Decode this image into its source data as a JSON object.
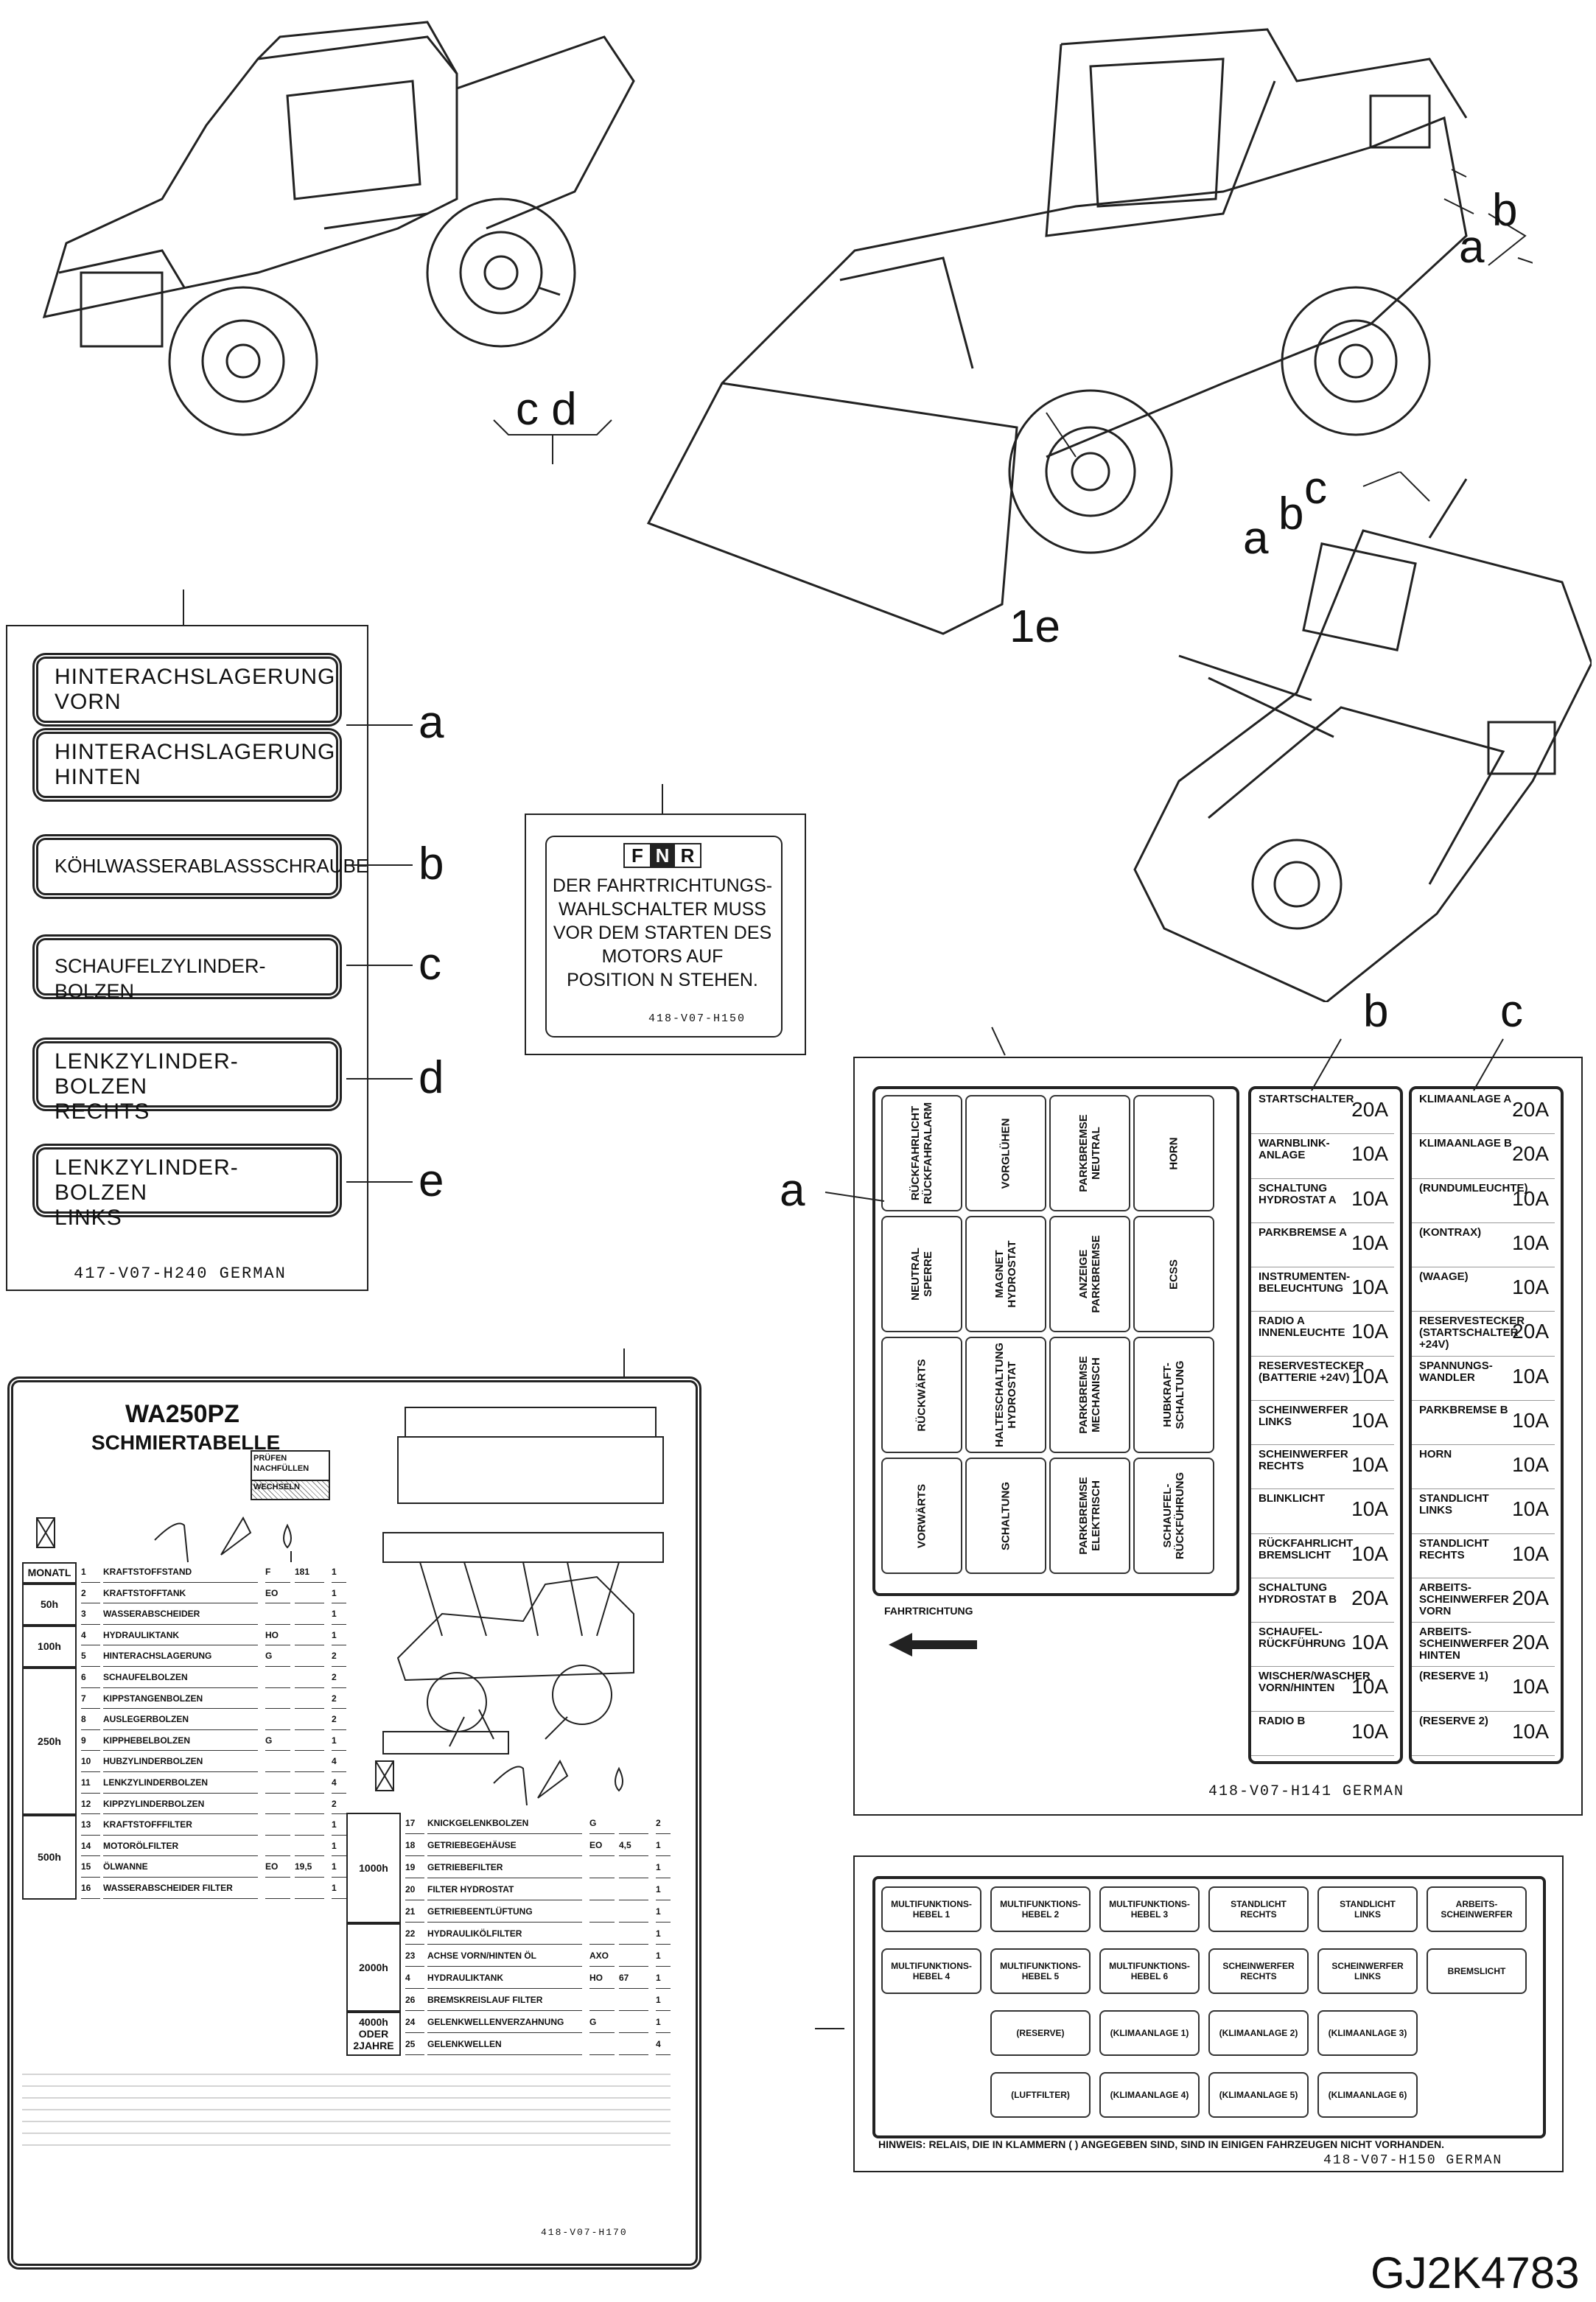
{
  "callouts": {
    "cd": "c d",
    "ab_top": "b",
    "a_top": "a",
    "e1": "1e",
    "abc_a": "a",
    "abc_b": "b",
    "abc_c": "c",
    "fuse_b": "b",
    "fuse_c": "c",
    "fuse_a": "a",
    "label_a": "a",
    "label_b": "b",
    "label_c": "c",
    "label_d": "d",
    "label_e": "e"
  },
  "labels": {
    "a1": "HINTERACHSLAGERUNG\nVORN",
    "a2": "HINTERACHSLAGERUNG\nHINTEN",
    "b": "KÖHLWASSERABLASSSCHRAUBE",
    "c": "SCHAUFELZYLINDER-BOLZEN",
    "d": "LENKZYLINDER-BOLZEN\nRECHTS",
    "e": "LENKZYLINDER-BOLZEN\nLINKS",
    "footer": "417-V07-H240   GERMAN"
  },
  "fnr": {
    "badge": [
      "F",
      "N",
      "R"
    ],
    "text": "DER FAHRTRICHTUNGS-\nWAHLSCHALTER MUSS\nVOR DEM STARTEN DES\nMOTORS AUF\nPOSITION N STEHEN.",
    "code": "418-V07-H150"
  },
  "switch_panel": {
    "cells": [
      [
        "RÜCKFAHRLICHT\nRÜCKFAHRALARM",
        "VORGLÜHEN",
        "PARKBREMSE\nNEUTRAL",
        "HORN"
      ],
      [
        "NEUTRAL SPERRE",
        "MAGNET\nHYDROSTAT",
        "ANZEIGE\nPARKBREMSE",
        "ECSS"
      ],
      [
        "RÜCKWÄRTS",
        "HALTESCHALTUNG\nHYDROSTAT",
        "PARKBREMSE\nMECHANISCH",
        "HUBKRAFT-\nSCHALTUNG"
      ],
      [
        "VORWÄRTS",
        "SCHALTUNG",
        "PARKBREMSE\nELEKTRISCH",
        "SCHAUFEL-\nRÜCKFÜHRUNG"
      ]
    ],
    "direction": "FAHRTRICHTUNG",
    "footer": "418-V07-H141   GERMAN"
  },
  "fuse_b": [
    {
      "name": "STARTSCHALTER",
      "amp": "20A"
    },
    {
      "name": "WARNBLINK-\nANLAGE",
      "amp": "10A"
    },
    {
      "name": "SCHALTUNG\nHYDROSTAT A",
      "amp": "10A"
    },
    {
      "name": "PARKBREMSE A",
      "amp": "10A"
    },
    {
      "name": "INSTRUMENTEN-\nBELEUCHTUNG",
      "amp": "10A"
    },
    {
      "name": "RADIO A\nINNENLEUCHTE",
      "amp": "10A"
    },
    {
      "name": "RESERVESTECKER\n(BATTERIE +24V)",
      "amp": "10A"
    },
    {
      "name": "SCHEINWERFER\nLINKS",
      "amp": "10A"
    },
    {
      "name": "SCHEINWERFER\nRECHTS",
      "amp": "10A"
    },
    {
      "name": "BLINKLICHT",
      "amp": "10A"
    },
    {
      "name": "RÜCKFAHRLICHT\nBREMSLICHT",
      "amp": "10A"
    },
    {
      "name": "SCHALTUNG\nHYDROSTAT B",
      "amp": "20A"
    },
    {
      "name": "SCHAUFEL-\nRÜCKFÜHRUNG",
      "amp": "10A"
    },
    {
      "name": "WISCHER/WASCHER\nVORN/HINTEN",
      "amp": "10A"
    },
    {
      "name": "RADIO B",
      "amp": "10A"
    }
  ],
  "fuse_c": [
    {
      "name": "KLIMAANLAGE A",
      "amp": "20A"
    },
    {
      "name": "KLIMAANLAGE B",
      "amp": "20A"
    },
    {
      "name": "(RUNDUMLEUCHTE)",
      "amp": "10A"
    },
    {
      "name": "(KONTRAX)",
      "amp": "10A"
    },
    {
      "name": "(WAAGE)",
      "amp": "10A"
    },
    {
      "name": "RESERVESTECKER\n(STARTSCHALTER +24V)",
      "amp": "20A"
    },
    {
      "name": "SPANNUNGS-\nWANDLER",
      "amp": "10A"
    },
    {
      "name": "PARKBREMSE B",
      "amp": "10A"
    },
    {
      "name": "HORN",
      "amp": "10A"
    },
    {
      "name": "STANDLICHT\nLINKS",
      "amp": "10A"
    },
    {
      "name": "STANDLICHT\nRECHTS",
      "amp": "10A"
    },
    {
      "name": "ARBEITS-\nSCHEINWERFER\nVORN",
      "amp": "20A"
    },
    {
      "name": "ARBEITS-\nSCHEINWERFER\nHINTEN",
      "amp": "20A"
    },
    {
      "name": "(RESERVE 1)",
      "amp": "10A"
    },
    {
      "name": "(RESERVE 2)",
      "amp": "10A"
    }
  ],
  "relay_panel": {
    "row1": [
      "MULTIFUNKTIONS-\nHEBEL 1",
      "MULTIFUNKTIONS-\nHEBEL 2",
      "MULTIFUNKTIONS-\nHEBEL 3",
      "STANDLICHT\nRECHTS",
      "STANDLICHT\nLINKS",
      "ARBEITS-\nSCHEINWERFER"
    ],
    "row2": [
      "MULTIFUNKTIONS-\nHEBEL 4",
      "MULTIFUNKTIONS-\nHEBEL 5",
      "MULTIFUNKTIONS-\nHEBEL 6",
      "SCHEINWERFER\nRECHTS",
      "SCHEINWERFER\nLINKS",
      "BREMSLICHT"
    ],
    "row3": [
      "(RESERVE)",
      "(KLIMAANLAGE 1)",
      "(KLIMAANLAGE 2)",
      "(KLIMAANLAGE 3)"
    ],
    "row4": [
      "(LUFTFILTER)",
      "(KLIMAANLAGE 4)",
      "(KLIMAANLAGE 5)",
      "(KLIMAANLAGE 6)"
    ],
    "note": "HINWEIS: RELAIS, DIE IN KLAMMERN ( ) ANGEGEBEN SIND, SIND IN EINIGEN FAHRZEUGEN NICHT VORHANDEN.",
    "footer": "418-V07-H150   GERMAN"
  },
  "lube": {
    "title1": "WA250PZ",
    "title2": "SCHMIERTABELLE",
    "legend1": "PRÜFEN\nNACHFÜLLEN",
    "legend2": "WECHSELN",
    "left_intervals": [
      "MONATL",
      "50h",
      "100h",
      "250h",
      "500h"
    ],
    "right_intervals": [
      "1000h",
      "2000h",
      "4000h\nODER\n2JAHRE"
    ],
    "left_rows": [
      {
        "n": "1",
        "t": "KRAFTSTOFFSTAND",
        "f": "F",
        "q": "181",
        "c": "1"
      },
      {
        "n": "2",
        "t": "KRAFTSTOFFTANK",
        "f": "EO",
        "q": "",
        "c": "1"
      },
      {
        "n": "3",
        "t": "WASSERABSCHEIDER",
        "f": "",
        "q": "",
        "c": "1"
      },
      {
        "n": "4",
        "t": "HYDRAULIKTANK",
        "f": "HO",
        "q": "",
        "c": "1"
      },
      {
        "n": "5",
        "t": "HINTERACHSLAGERUNG",
        "f": "G",
        "q": "",
        "c": "2"
      },
      {
        "n": "6",
        "t": "SCHAUFELBOLZEN",
        "f": "",
        "q": "",
        "c": "2"
      },
      {
        "n": "7",
        "t": "KIPPSTANGENBOLZEN",
        "f": "",
        "q": "",
        "c": "2"
      },
      {
        "n": "8",
        "t": "AUSLEGERBOLZEN",
        "f": "",
        "q": "",
        "c": "2"
      },
      {
        "n": "9",
        "t": "KIPPHEBELBOLZEN",
        "f": "G",
        "q": "",
        "c": "1"
      },
      {
        "n": "10",
        "t": "HUBZYLINDERBOLZEN",
        "f": "",
        "q": "",
        "c": "4"
      },
      {
        "n": "11",
        "t": "LENKZYLINDERBOLZEN",
        "f": "",
        "q": "",
        "c": "4"
      },
      {
        "n": "12",
        "t": "KIPPZYLINDERBOLZEN",
        "f": "",
        "q": "",
        "c": "2"
      },
      {
        "n": "13",
        "t": "KRAFTSTOFFFILTER",
        "f": "",
        "q": "",
        "c": "1"
      },
      {
        "n": "14",
        "t": "MOTORÖLFILTER",
        "f": "",
        "q": "",
        "c": "1"
      },
      {
        "n": "15",
        "t": "ÖLWANNE",
        "f": "EO",
        "q": "19,5",
        "c": "1"
      },
      {
        "n": "16",
        "t": "WASSERABSCHEIDER FILTER",
        "f": "",
        "q": "",
        "c": "1"
      }
    ],
    "right_rows": [
      {
        "n": "17",
        "t": "KNICKGELENKBOLZEN",
        "f": "G",
        "q": "",
        "c": "2"
      },
      {
        "n": "18",
        "t": "GETRIEBEGEHÄUSE",
        "f": "EO",
        "q": "4,5",
        "c": "1"
      },
      {
        "n": "19",
        "t": "GETRIEBEFILTER",
        "f": "",
        "q": "",
        "c": "1"
      },
      {
        "n": "20",
        "t": "FILTER HYDROSTAT",
        "f": "",
        "q": "",
        "c": "1"
      },
      {
        "n": "21",
        "t": "GETRIEBEENTLÜFTUNG",
        "f": "",
        "q": "",
        "c": "1"
      },
      {
        "n": "22",
        "t": "HYDRAULIKÖLFILTER",
        "f": "",
        "q": "",
        "c": "1"
      },
      {
        "n": "23",
        "t": "ACHSE VORN/HINTEN ÖL",
        "f": "AXO",
        "q": "",
        "c": "1"
      },
      {
        "n": "4",
        "t": "HYDRAULIKTANK",
        "f": "HO",
        "q": "67",
        "c": "1"
      },
      {
        "n": "26",
        "t": "BREMSKREISLAUF FILTER",
        "f": "",
        "q": "",
        "c": "1"
      },
      {
        "n": "24",
        "t": "GELENKWELLENVERZAHNUNG",
        "f": "G",
        "q": "",
        "c": "1"
      },
      {
        "n": "25",
        "t": "GELENKWELLEN",
        "f": "",
        "q": "",
        "c": "4"
      }
    ],
    "footer": "418-V07-H170"
  },
  "figure_code": "GJ2K4783"
}
